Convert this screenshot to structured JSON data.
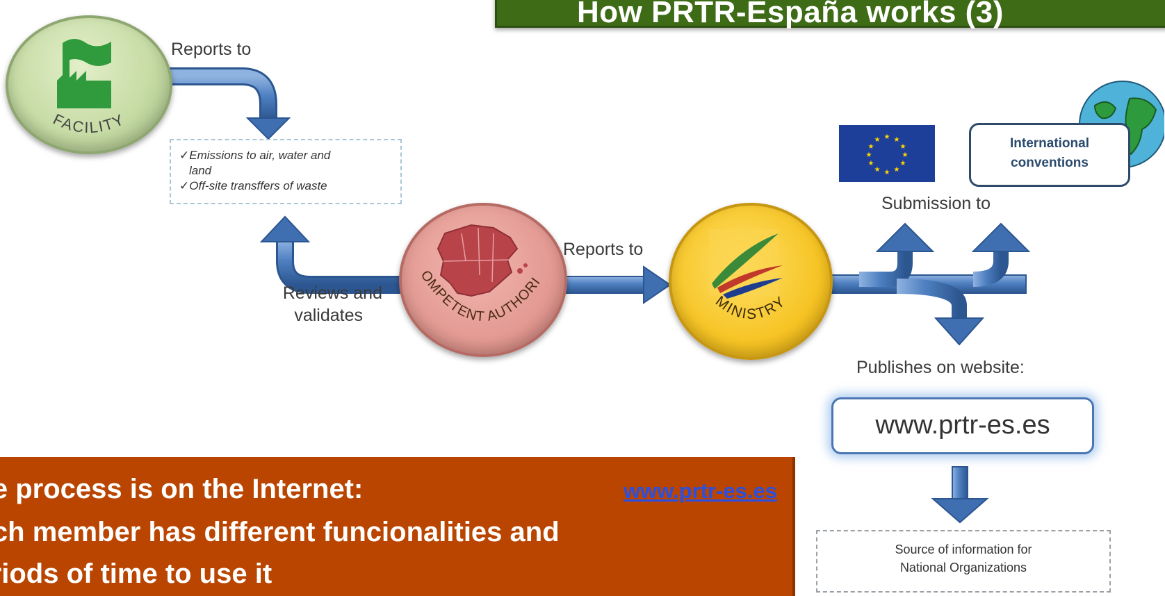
{
  "header": {
    "title": "How  PRTR-España works (3)"
  },
  "facility": {
    "circle_label": "FACILITY",
    "reports_to_label": "Reports to",
    "emissions": [
      "✓Emissions to air, water and",
      "land",
      "✓Off-site transffers of waste"
    ]
  },
  "authority": {
    "circle_label": "COMPETENT AUTHORITY",
    "reviews_label_line1": "Reviews and",
    "reviews_label_line2": "validates",
    "reports_to_label": "Reports to"
  },
  "ministry": {
    "circle_label": "MINISTRY",
    "submission_label": "Submission to",
    "publishes_label": "Publishes on website:"
  },
  "international": {
    "line1": "International",
    "line2": "conventions"
  },
  "website": {
    "url": "www.prtr-es.es"
  },
  "source": {
    "line1": "Source of information for",
    "line2": "National Organizations"
  },
  "banner": {
    "line1": "The process is on the Internet:",
    "link": "www.prtr-es.es",
    "line2": "Each member has different funcionalities and",
    "line3": "periods of time to use it"
  },
  "colors": {
    "header_bg": "#3e6b16",
    "banner_bg": "#b94500",
    "arrow_blue": "#3f6fb0",
    "facility_green": "#c7dca6",
    "authority_pink": "#e39a93",
    "ministry_yellow": "#f6c425",
    "eu_blue": "#1d3f99"
  }
}
